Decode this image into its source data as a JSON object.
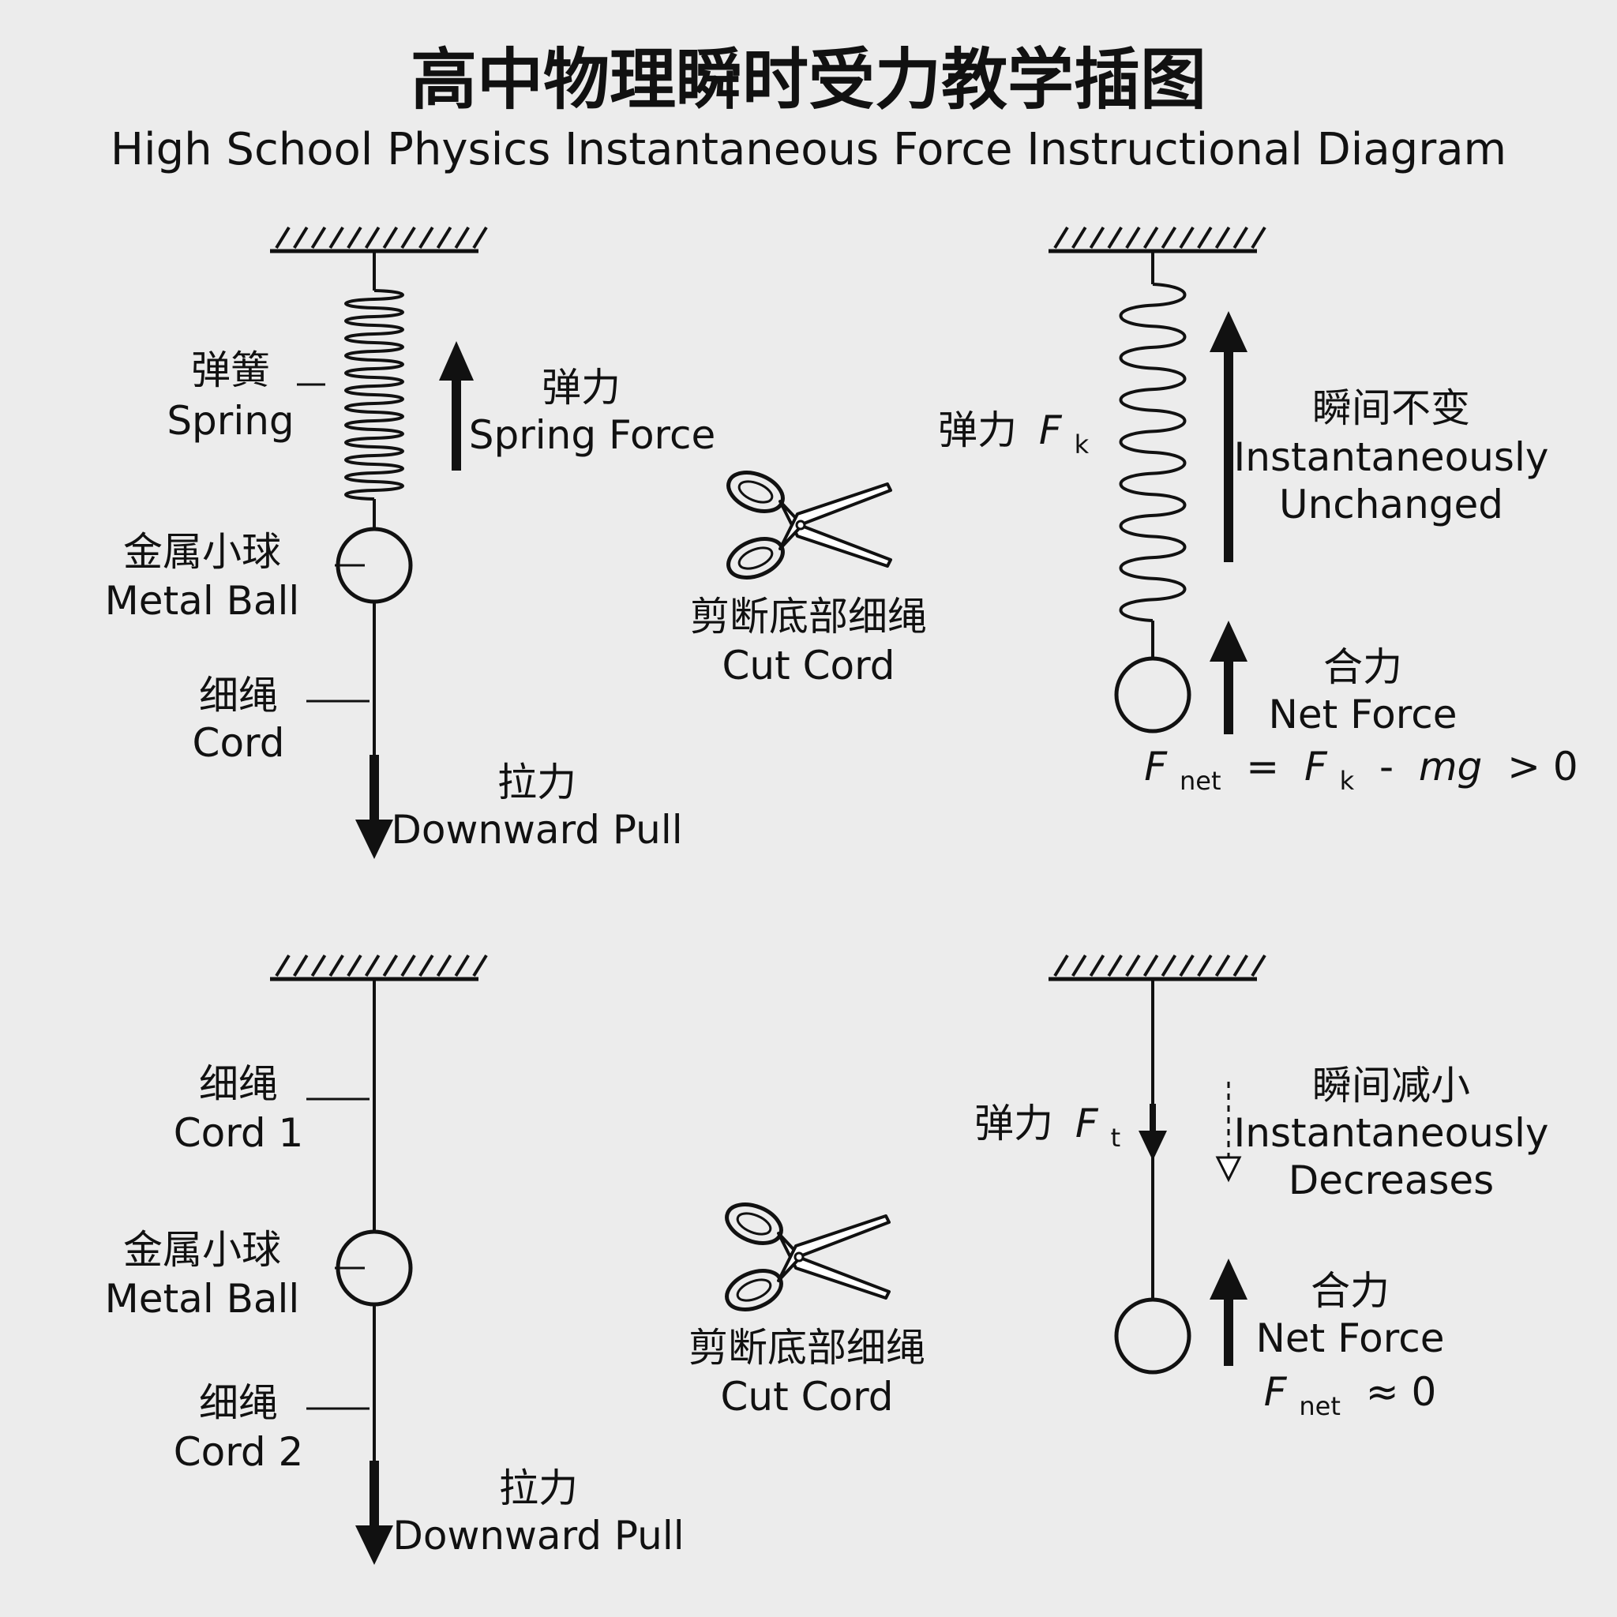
{
  "title": {
    "zh": "高中物理瞬时受力教学插图",
    "en": "High School Physics Instantaneous Force Instructional Diagram"
  },
  "panel_top_left": {
    "spring_zh": "弹簧",
    "spring_en": "Spring",
    "force_zh": "弹力",
    "force_en": "Spring Force",
    "ball_zh": "金属小球",
    "ball_en": "Metal Ball",
    "cord_zh": "细绳",
    "cord_en": "Cord",
    "pull_zh": "拉力",
    "pull_en": "Downward Pull"
  },
  "action_top": {
    "icon": "scissors-icon",
    "zh": "剪断底部细绳",
    "en": "Cut Cord"
  },
  "panel_top_right": {
    "force_zh": "弹力",
    "force_sym": "F",
    "force_sub": "k",
    "change_zh": "瞬间不变",
    "change_en_1": "Instantaneously",
    "change_en_2": "Unchanged",
    "net_zh": "合力",
    "net_en": "Net Force",
    "eq_F": "F",
    "eq_sub": "net",
    "eq_mid": " = ",
    "eq_F2": "F",
    "eq_sub2": "k",
    "eq_minus": " - ",
    "eq_mg": "mg",
    "eq_tail": " > 0"
  },
  "panel_bottom_left": {
    "cord1_zh": "细绳",
    "cord1_en": "Cord 1",
    "ball_zh": "金属小球",
    "ball_en": "Metal Ball",
    "cord2_zh": "细绳",
    "cord2_en": "Cord 2",
    "pull_zh": "拉力",
    "pull_en": "Downward Pull"
  },
  "action_bottom": {
    "icon": "scissors-icon",
    "zh": "剪断底部细绳",
    "en": "Cut Cord"
  },
  "panel_bottom_right": {
    "force_zh": "弹力",
    "force_sym": "F",
    "force_sub": "t",
    "change_zh": "瞬间减小",
    "change_en_1": "Instantaneously",
    "change_en_2": "Decreases",
    "net_zh": "合力",
    "net_en": "Net Force",
    "eq_F": "F",
    "eq_sub": "net",
    "eq_tail": " ≈ 0"
  }
}
